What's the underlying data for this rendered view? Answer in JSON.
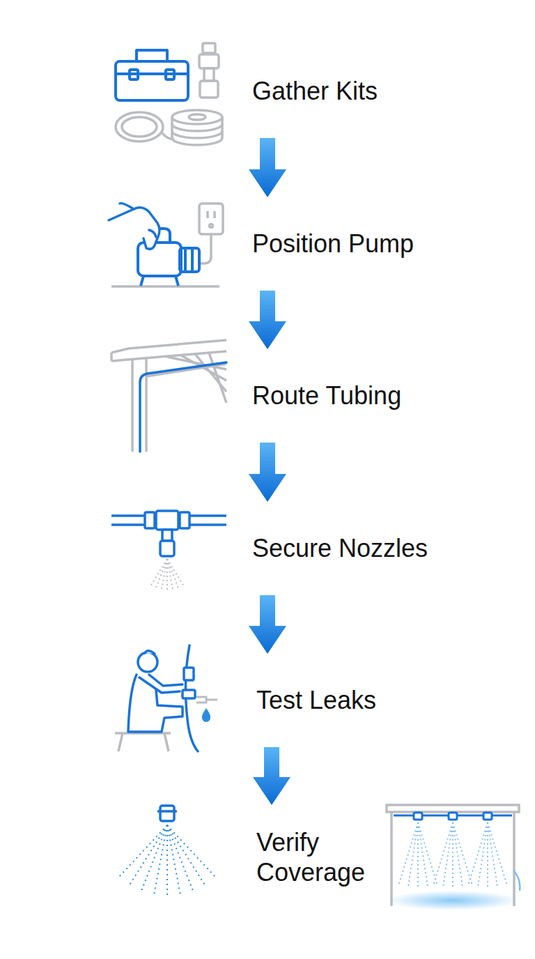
{
  "diagram": {
    "nodes": [
      {
        "text": [
          "Gather Kits"
        ]
      },
      {
        "text": [
          "Position Pump"
        ]
      },
      {
        "text": [
          "Route Tubing"
        ]
      },
      {
        "text": [
          "Secure Nozzles"
        ]
      },
      {
        "text": [
          "Test Leaks"
        ]
      },
      {
        "text": [
          "Verify Coverage"
        ]
      }
    ],
    "edges": [
      {
        "from": 0,
        "to": 1,
        "arrow": "to"
      },
      {
        "from": 1,
        "to": 2,
        "arrow": "to"
      },
      {
        "from": 2,
        "to": 3,
        "arrow": "to"
      },
      {
        "from": 3,
        "to": 4,
        "arrow": "to"
      },
      {
        "from": 4,
        "to": 5,
        "arrow": "to"
      }
    ]
  }
}
